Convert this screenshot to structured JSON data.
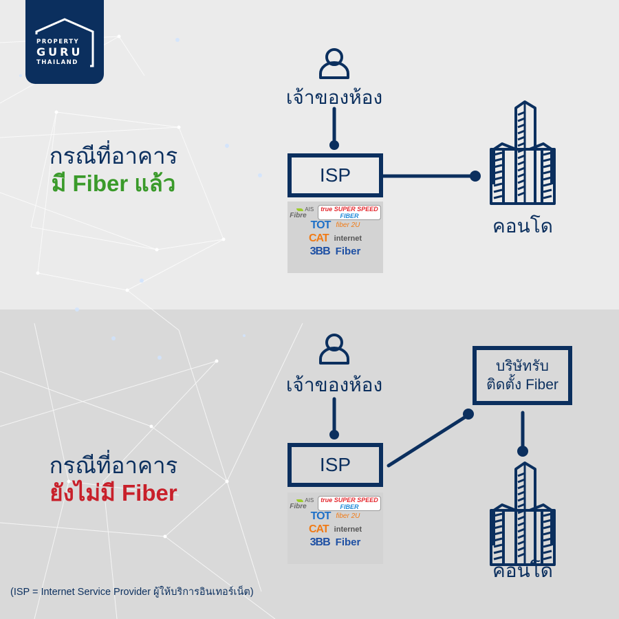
{
  "brand": {
    "logo_line1": "PROPERTY",
    "logo_line2": "GURU",
    "logo_line3": "THAILAND",
    "primary_color": "#0b2f5e",
    "green_color": "#3a9a2a",
    "red_color": "#c8202a"
  },
  "case_with_fiber": {
    "title_line1": "กรณีที่อาคาร",
    "title_line2": "มี Fiber แล้ว",
    "owner_label": "เจ้าของห้อง",
    "owner_icon": "person-icon",
    "isp_label": "ISP",
    "building_label": "คอนโด",
    "building_icon": "building-icon"
  },
  "case_without_fiber": {
    "title_line1": "กรณีที่อาคาร",
    "title_line2": "ยังไม่มี Fiber",
    "owner_label": "เจ้าของห้อง",
    "owner_icon": "person-icon",
    "isp_label": "ISP",
    "installer_line1": "บริษัทรับ",
    "installer_line2": "ติดตั้ง Fiber",
    "building_label": "คอนโด",
    "building_icon": "building-icon"
  },
  "providers": {
    "ais_line1": "AIS",
    "ais_line2": "Fibre",
    "true_line1": "true SUPER SPEED",
    "true_line2": "FIBER",
    "tot_mark": "TOT",
    "tot_text": "fiber 2U",
    "cat_mark": "CAT",
    "cat_text": "internet",
    "bb_mark": "3BB",
    "bb_text": "Fiber"
  },
  "footnote": "(ISP = Internet Service Provider ผู้ให้บริการอินเทอร์เน็ต)"
}
